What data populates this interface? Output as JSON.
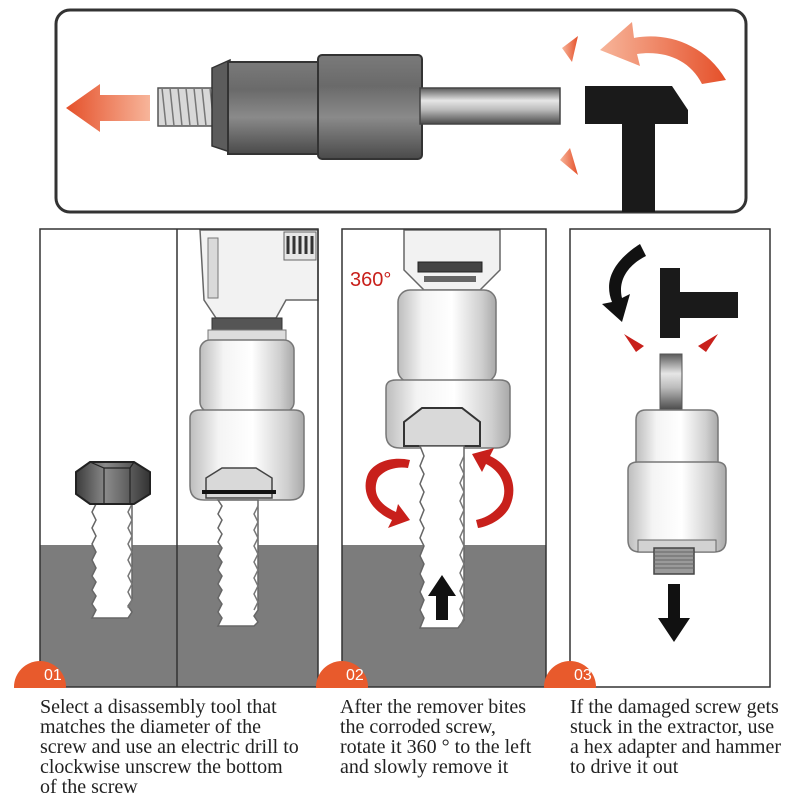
{
  "labels": {
    "rotation": "360°"
  },
  "steps": [
    {
      "number": "01",
      "caption": "Select a disassembly tool that\nmatches the diameter of the\nscrew and use an electric drill to\nclockwise unscrew the bottom\nof the screw"
    },
    {
      "number": "02",
      "caption": "After the remover bites\nthe corroded screw,\nrotate it 360 ° to the left\nand slowly remove it"
    },
    {
      "number": "03",
      "caption": "If the damaged screw gets\nstuck in the extractor, use\na hex adapter and hammer\nto drive it out"
    }
  ],
  "icons": {
    "direction_arrows": "orange-red-arrow-icon",
    "hammer": "hammer-icon",
    "push_arrow": "up-arrow-icon",
    "pull_arrow": "down-arrow-icon",
    "rotation": "rotation-arrow-icon"
  },
  "colors": {
    "accent": "#e85a2c",
    "rotation_red": "#c8201b",
    "ground_gray": "#7c7c7c",
    "frame_dark": "#333333"
  }
}
